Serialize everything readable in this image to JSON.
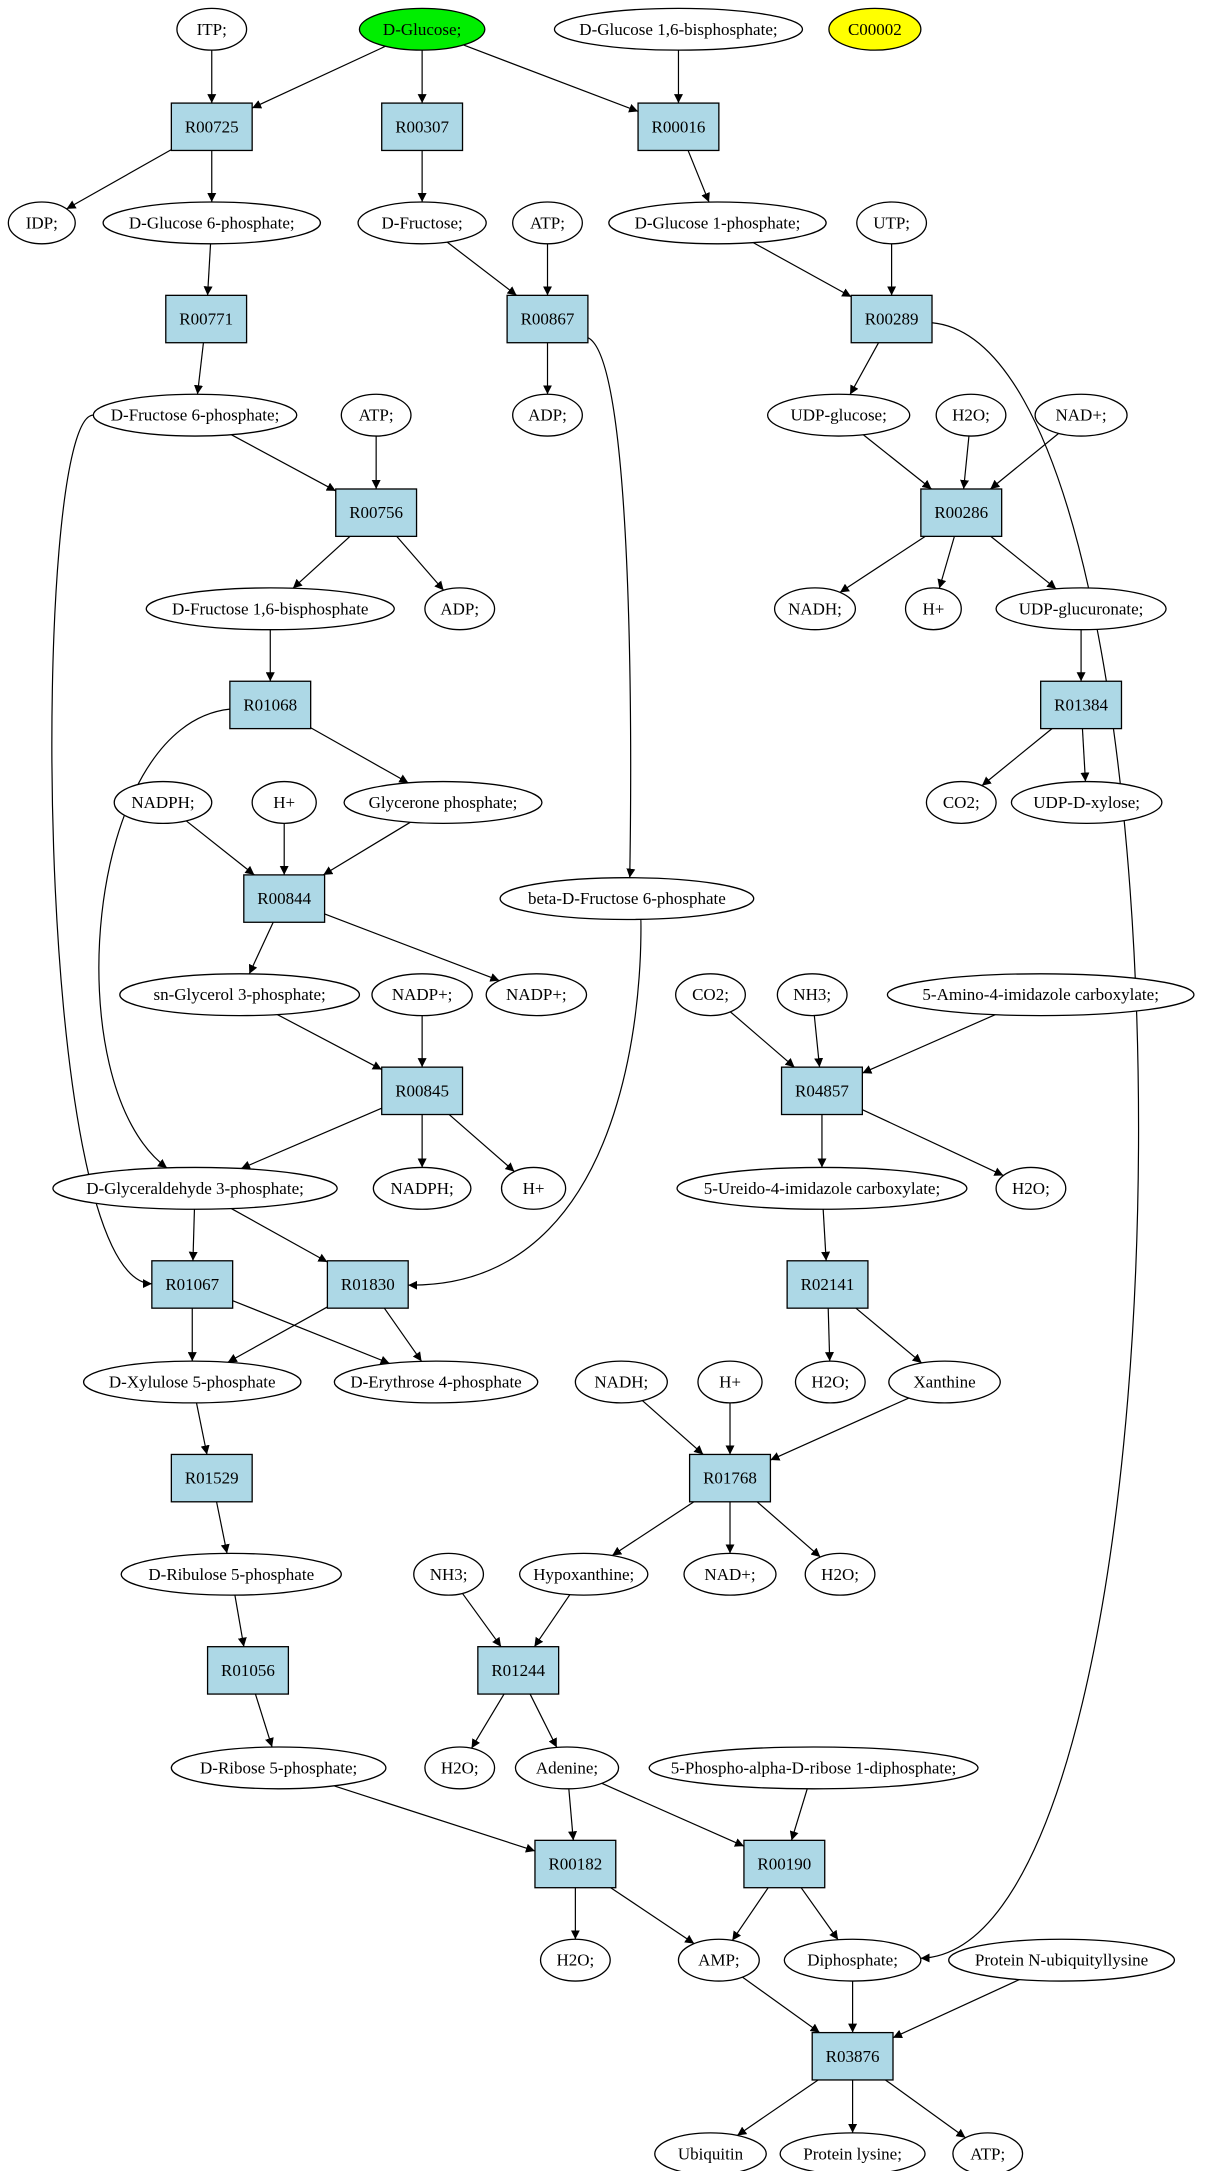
{
  "colors": {
    "reaction_fill": "#add8e6",
    "compound_fill": "#ffffff",
    "highlight_start": "#00ee00",
    "highlight_other": "#ffff00",
    "stroke": "#000000"
  },
  "graph": {
    "nodes": [
      {
        "id": "c_itp",
        "label": "ITP;",
        "kind": "compound"
      },
      {
        "id": "c_glucose",
        "label": "D-Glucose;",
        "kind": "compound",
        "highlight": "start"
      },
      {
        "id": "c_g16bp",
        "label": "D-Glucose 1,6-bisphosphate;",
        "kind": "compound"
      },
      {
        "id": "c_c00002",
        "label": "C00002",
        "kind": "compound",
        "highlight": "other"
      },
      {
        "id": "r_R00725",
        "label": "R00725",
        "kind": "reaction"
      },
      {
        "id": "r_R00307",
        "label": "R00307",
        "kind": "reaction"
      },
      {
        "id": "r_R00016",
        "label": "R00016",
        "kind": "reaction"
      },
      {
        "id": "c_idp",
        "label": "IDP;",
        "kind": "compound"
      },
      {
        "id": "c_g6p",
        "label": "D-Glucose 6-phosphate;",
        "kind": "compound"
      },
      {
        "id": "c_fructose",
        "label": "D-Fructose;",
        "kind": "compound"
      },
      {
        "id": "c_atp1",
        "label": "ATP;",
        "kind": "compound"
      },
      {
        "id": "c_g1p",
        "label": "D-Glucose 1-phosphate;",
        "kind": "compound"
      },
      {
        "id": "c_utp",
        "label": "UTP;",
        "kind": "compound"
      },
      {
        "id": "r_R00771",
        "label": "R00771",
        "kind": "reaction"
      },
      {
        "id": "r_R00867",
        "label": "R00867",
        "kind": "reaction"
      },
      {
        "id": "r_R00289",
        "label": "R00289",
        "kind": "reaction"
      },
      {
        "id": "c_f6p",
        "label": "D-Fructose 6-phosphate;",
        "kind": "compound"
      },
      {
        "id": "c_atp2",
        "label": "ATP;",
        "kind": "compound"
      },
      {
        "id": "c_adp1",
        "label": "ADP;",
        "kind": "compound"
      },
      {
        "id": "c_udpglc",
        "label": "UDP-glucose;",
        "kind": "compound"
      },
      {
        "id": "c_h2o_a",
        "label": "H2O;",
        "kind": "compound"
      },
      {
        "id": "c_nad_a",
        "label": "NAD+;",
        "kind": "compound"
      },
      {
        "id": "r_R00756",
        "label": "R00756",
        "kind": "reaction"
      },
      {
        "id": "r_R00286",
        "label": "R00286",
        "kind": "reaction"
      },
      {
        "id": "c_fbp",
        "label": "D-Fructose 1,6-bisphosphate",
        "kind": "compound"
      },
      {
        "id": "c_adp2",
        "label": "ADP;",
        "kind": "compound"
      },
      {
        "id": "c_nadh_a",
        "label": "NADH;",
        "kind": "compound"
      },
      {
        "id": "c_hplus_a",
        "label": "H+",
        "kind": "compound"
      },
      {
        "id": "c_udpglcA",
        "label": "UDP-glucuronate;",
        "kind": "compound"
      },
      {
        "id": "r_R01068",
        "label": "R01068",
        "kind": "reaction"
      },
      {
        "id": "r_R01384",
        "label": "R01384",
        "kind": "reaction"
      },
      {
        "id": "c_nadph_a",
        "label": "NADPH;",
        "kind": "compound"
      },
      {
        "id": "c_hplus_b",
        "label": "H+",
        "kind": "compound"
      },
      {
        "id": "c_dhap",
        "label": "Glycerone phosphate;",
        "kind": "compound"
      },
      {
        "id": "c_co2_a",
        "label": "CO2;",
        "kind": "compound"
      },
      {
        "id": "c_udpxyl",
        "label": "UDP-D-xylose;",
        "kind": "compound"
      },
      {
        "id": "r_R00844",
        "label": "R00844",
        "kind": "reaction"
      },
      {
        "id": "c_bf6p",
        "label": "beta-D-Fructose 6-phosphate",
        "kind": "compound"
      },
      {
        "id": "c_g3p_sn",
        "label": "sn-Glycerol 3-phosphate;",
        "kind": "compound"
      },
      {
        "id": "c_nadp_a",
        "label": "NADP+;",
        "kind": "compound"
      },
      {
        "id": "c_nadp_b",
        "label": "NADP+;",
        "kind": "compound"
      },
      {
        "id": "c_co2_b",
        "label": "CO2;",
        "kind": "compound"
      },
      {
        "id": "c_nh3_a",
        "label": "NH3;",
        "kind": "compound"
      },
      {
        "id": "c_aicx",
        "label": "5-Amino-4-imidazole carboxylate;",
        "kind": "compound"
      },
      {
        "id": "r_R00845",
        "label": "R00845",
        "kind": "reaction"
      },
      {
        "id": "r_R04857",
        "label": "R04857",
        "kind": "reaction"
      },
      {
        "id": "c_gap",
        "label": "D-Glyceraldehyde 3-phosphate;",
        "kind": "compound"
      },
      {
        "id": "c_nadph_b",
        "label": "NADPH;",
        "kind": "compound"
      },
      {
        "id": "c_hplus_c",
        "label": "H+",
        "kind": "compound"
      },
      {
        "id": "c_uicx",
        "label": "5-Ureido-4-imidazole carboxylate;",
        "kind": "compound"
      },
      {
        "id": "c_h2o_b",
        "label": "H2O;",
        "kind": "compound"
      },
      {
        "id": "r_R01067",
        "label": "R01067",
        "kind": "reaction"
      },
      {
        "id": "r_R01830",
        "label": "R01830",
        "kind": "reaction"
      },
      {
        "id": "r_R02141",
        "label": "R02141",
        "kind": "reaction"
      },
      {
        "id": "c_x5p",
        "label": "D-Xylulose 5-phosphate",
        "kind": "compound"
      },
      {
        "id": "c_e4p",
        "label": "D-Erythrose 4-phosphate",
        "kind": "compound"
      },
      {
        "id": "c_nadh_b",
        "label": "NADH;",
        "kind": "compound"
      },
      {
        "id": "c_hplus_d",
        "label": "H+",
        "kind": "compound"
      },
      {
        "id": "c_h2o_c",
        "label": "H2O;",
        "kind": "compound"
      },
      {
        "id": "c_xanthine",
        "label": "Xanthine",
        "kind": "compound"
      },
      {
        "id": "r_R01529",
        "label": "R01529",
        "kind": "reaction"
      },
      {
        "id": "r_R01768",
        "label": "R01768",
        "kind": "reaction"
      },
      {
        "id": "c_ru5p",
        "label": "D-Ribulose 5-phosphate",
        "kind": "compound"
      },
      {
        "id": "c_nh3_b",
        "label": "NH3;",
        "kind": "compound"
      },
      {
        "id": "c_hypox",
        "label": "Hypoxanthine;",
        "kind": "compound"
      },
      {
        "id": "c_nad_b",
        "label": "NAD+;",
        "kind": "compound"
      },
      {
        "id": "c_h2o_d",
        "label": "H2O;",
        "kind": "compound"
      },
      {
        "id": "r_R01056",
        "label": "R01056",
        "kind": "reaction"
      },
      {
        "id": "r_R01244",
        "label": "R01244",
        "kind": "reaction"
      },
      {
        "id": "c_r5p",
        "label": "D-Ribose 5-phosphate;",
        "kind": "compound"
      },
      {
        "id": "c_h2o_e",
        "label": "H2O;",
        "kind": "compound"
      },
      {
        "id": "c_adenine",
        "label": "Adenine;",
        "kind": "compound"
      },
      {
        "id": "c_prpp",
        "label": "5-Phospho-alpha-D-ribose 1-diphosphate;",
        "kind": "compound"
      },
      {
        "id": "r_R00182",
        "label": "R00182",
        "kind": "reaction"
      },
      {
        "id": "r_R00190",
        "label": "R00190",
        "kind": "reaction"
      },
      {
        "id": "c_h2o_f",
        "label": "H2O;",
        "kind": "compound"
      },
      {
        "id": "c_amp",
        "label": "AMP;",
        "kind": "compound"
      },
      {
        "id": "c_ppi",
        "label": "Diphosphate;",
        "kind": "compound"
      },
      {
        "id": "c_pnul",
        "label": "Protein N-ubiquityllysine",
        "kind": "compound"
      },
      {
        "id": "r_R03876",
        "label": "R03876",
        "kind": "reaction"
      },
      {
        "id": "c_ubiquitin",
        "label": "Ubiquitin",
        "kind": "compound"
      },
      {
        "id": "c_plys",
        "label": "Protein lysine;",
        "kind": "compound"
      },
      {
        "id": "c_atp3",
        "label": "ATP;",
        "kind": "compound"
      }
    ],
    "edges": [
      [
        "c_itp",
        "r_R00725"
      ],
      [
        "c_glucose",
        "r_R00725"
      ],
      [
        "c_glucose",
        "r_R00307"
      ],
      [
        "c_glucose",
        "r_R00016"
      ],
      [
        "c_g16bp",
        "r_R00016"
      ],
      [
        "r_R00725",
        "c_idp"
      ],
      [
        "r_R00725",
        "c_g6p"
      ],
      [
        "r_R00307",
        "c_fructose"
      ],
      [
        "r_R00016",
        "c_g1p"
      ],
      [
        "c_g6p",
        "r_R00771"
      ],
      [
        "c_fructose",
        "r_R00867"
      ],
      [
        "c_atp1",
        "r_R00867"
      ],
      [
        "c_g1p",
        "r_R00289"
      ],
      [
        "c_utp",
        "r_R00289"
      ],
      [
        "r_R00771",
        "c_f6p"
      ],
      [
        "r_R00867",
        "c_adp1"
      ],
      [
        "r_R00867",
        "c_bf6p"
      ],
      [
        "r_R00289",
        "c_udpglc"
      ],
      [
        "r_R00289",
        "c_ppi"
      ],
      [
        "c_f6p",
        "r_R00756"
      ],
      [
        "c_f6p",
        "r_R01067"
      ],
      [
        "c_atp2",
        "r_R00756"
      ],
      [
        "c_udpglc",
        "r_R00286"
      ],
      [
        "c_h2o_a",
        "r_R00286"
      ],
      [
        "c_nad_a",
        "r_R00286"
      ],
      [
        "r_R00756",
        "c_fbp"
      ],
      [
        "r_R00756",
        "c_adp2"
      ],
      [
        "r_R00286",
        "c_nadh_a"
      ],
      [
        "r_R00286",
        "c_hplus_a"
      ],
      [
        "r_R00286",
        "c_udpglcA"
      ],
      [
        "c_fbp",
        "r_R01068"
      ],
      [
        "c_udpglcA",
        "r_R01384"
      ],
      [
        "r_R01068",
        "c_dhap"
      ],
      [
        "r_R01068",
        "c_gap"
      ],
      [
        "r_R01384",
        "c_co2_a"
      ],
      [
        "r_R01384",
        "c_udpxyl"
      ],
      [
        "c_nadph_a",
        "r_R00844"
      ],
      [
        "c_hplus_b",
        "r_R00844"
      ],
      [
        "c_dhap",
        "r_R00844"
      ],
      [
        "r_R00844",
        "c_g3p_sn"
      ],
      [
        "r_R00844",
        "c_nadp_b"
      ],
      [
        "c_bf6p",
        "r_R01830"
      ],
      [
        "c_g3p_sn",
        "r_R00845"
      ],
      [
        "c_nadp_a",
        "r_R00845"
      ],
      [
        "r_R00845",
        "c_gap"
      ],
      [
        "r_R00845",
        "c_nadph_b"
      ],
      [
        "r_R00845",
        "c_hplus_c"
      ],
      [
        "c_co2_b",
        "r_R04857"
      ],
      [
        "c_nh3_a",
        "r_R04857"
      ],
      [
        "c_aicx",
        "r_R04857"
      ],
      [
        "r_R04857",
        "c_uicx"
      ],
      [
        "r_R04857",
        "c_h2o_b"
      ],
      [
        "c_gap",
        "r_R01067"
      ],
      [
        "c_gap",
        "r_R01830"
      ],
      [
        "c_uicx",
        "r_R02141"
      ],
      [
        "r_R01067",
        "c_x5p"
      ],
      [
        "r_R01067",
        "c_e4p"
      ],
      [
        "r_R01830",
        "c_x5p"
      ],
      [
        "r_R01830",
        "c_e4p"
      ],
      [
        "r_R02141",
        "c_h2o_c"
      ],
      [
        "r_R02141",
        "c_xanthine"
      ],
      [
        "c_x5p",
        "r_R01529"
      ],
      [
        "c_nadh_b",
        "r_R01768"
      ],
      [
        "c_hplus_d",
        "r_R01768"
      ],
      [
        "c_xanthine",
        "r_R01768"
      ],
      [
        "r_R01529",
        "c_ru5p"
      ],
      [
        "r_R01768",
        "c_hypox"
      ],
      [
        "r_R01768",
        "c_nad_b"
      ],
      [
        "r_R01768",
        "c_h2o_d"
      ],
      [
        "c_ru5p",
        "r_R01056"
      ],
      [
        "c_nh3_b",
        "r_R01244"
      ],
      [
        "c_hypox",
        "r_R01244"
      ],
      [
        "r_R01056",
        "c_r5p"
      ],
      [
        "r_R01244",
        "c_h2o_e"
      ],
      [
        "r_R01244",
        "c_adenine"
      ],
      [
        "c_r5p",
        "r_R00182"
      ],
      [
        "c_adenine",
        "r_R00182"
      ],
      [
        "c_adenine",
        "r_R00190"
      ],
      [
        "c_prpp",
        "r_R00190"
      ],
      [
        "r_R00182",
        "c_h2o_f"
      ],
      [
        "r_R00182",
        "c_amp"
      ],
      [
        "r_R00190",
        "c_amp"
      ],
      [
        "r_R00190",
        "c_ppi"
      ],
      [
        "c_amp",
        "r_R03876"
      ],
      [
        "c_ppi",
        "r_R03876"
      ],
      [
        "c_pnul",
        "r_R03876"
      ],
      [
        "r_R03876",
        "c_ubiquitin"
      ],
      [
        "r_R03876",
        "c_plys"
      ],
      [
        "r_R03876",
        "c_atp3"
      ]
    ]
  }
}
